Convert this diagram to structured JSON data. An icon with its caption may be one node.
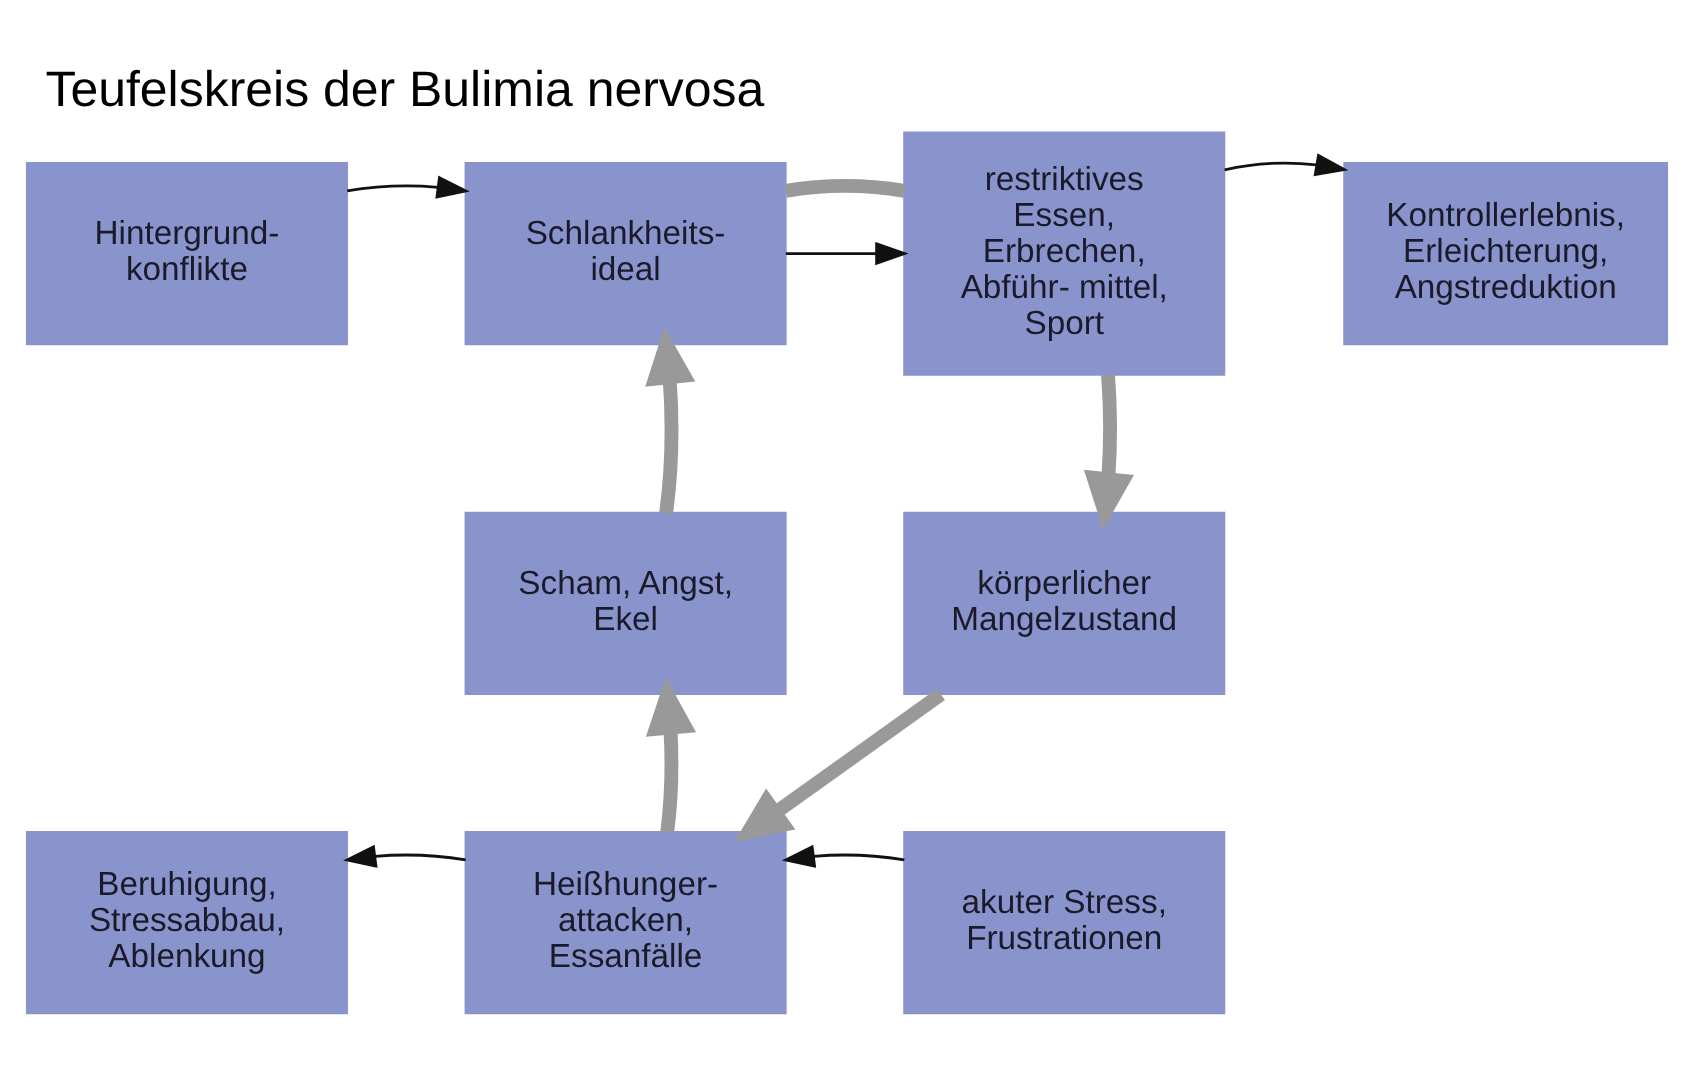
{
  "diagram": {
    "title": "Teufelskreis der Bulimia nervosa",
    "nodes": [
      {
        "text": [
          "Hintergrund- konflikte"
        ]
      },
      {
        "text": [
          "Schlankheits- ideal"
        ]
      },
      {
        "text": [
          "restriktives Essen, Erbrechen, Abführ- mittel, Sport"
        ]
      },
      {
        "text": [
          "Kontrollerlebnis, Erleichterung, Angstreduktion"
        ]
      },
      {
        "text": [
          "körperlicher Mangelzustand"
        ]
      },
      {
        "text": [
          "Heißhunger- attacken, Essanfälle"
        ]
      },
      {
        "text": [
          "Beruhigung, Stressabbau, Ablenkung"
        ]
      },
      {
        "text": [
          "akuter Stress, Frustrationen"
        ]
      },
      {
        "text": [
          "Scham, Angst, Ekel"
        ]
      }
    ],
    "edges": [
      {
        "from": 0,
        "to": 1,
        "arrow": "to"
      },
      {
        "from": 1,
        "to": 2,
        "arrow": "to"
      },
      {
        "from": 2,
        "to": 3,
        "arrow": "to"
      },
      {
        "from": 2,
        "to": 4,
        "arrow": "to",
        "style": "thick",
        "color": "#999999"
      },
      {
        "from": 4,
        "to": 5,
        "arrow": "to",
        "style": "thick",
        "color": "#999999"
      },
      {
        "from": 5,
        "to": 8,
        "arrow": "to",
        "style": "thick",
        "color": "#999999"
      },
      {
        "from": 8,
        "to": 1,
        "arrow": "to",
        "style": "thick",
        "color": "#999999"
      },
      {
        "from": 1,
        "to": 2,
        "arrow": "none",
        "style": "thick",
        "color": "#999999"
      },
      {
        "from": 7,
        "to": 5,
        "arrow": "to"
      },
      {
        "from": 5,
        "to": 6,
        "arrow": "to"
      }
    ]
  }
}
